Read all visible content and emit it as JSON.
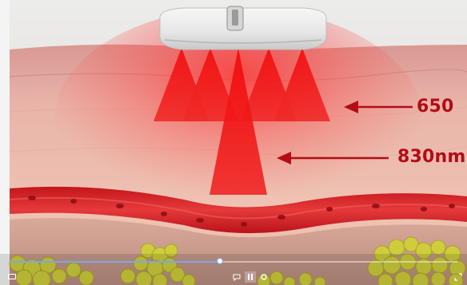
{
  "labels": {
    "wavelength_1": "650",
    "wavelength_2": "830nm"
  },
  "colors": {
    "background": "#e9e6e3",
    "skin_surface": "#e7a9a0",
    "dermis": "#efc2b3",
    "light_cone": "#ee1c1c",
    "vessel": "#d8262a",
    "fat": "#c9c93a",
    "arrow": "#b30c16"
  },
  "player": {
    "progress": 0.47,
    "icons": [
      "chat-icon",
      "pause-icon",
      "settings-icon",
      "fullscreen-icon"
    ]
  }
}
